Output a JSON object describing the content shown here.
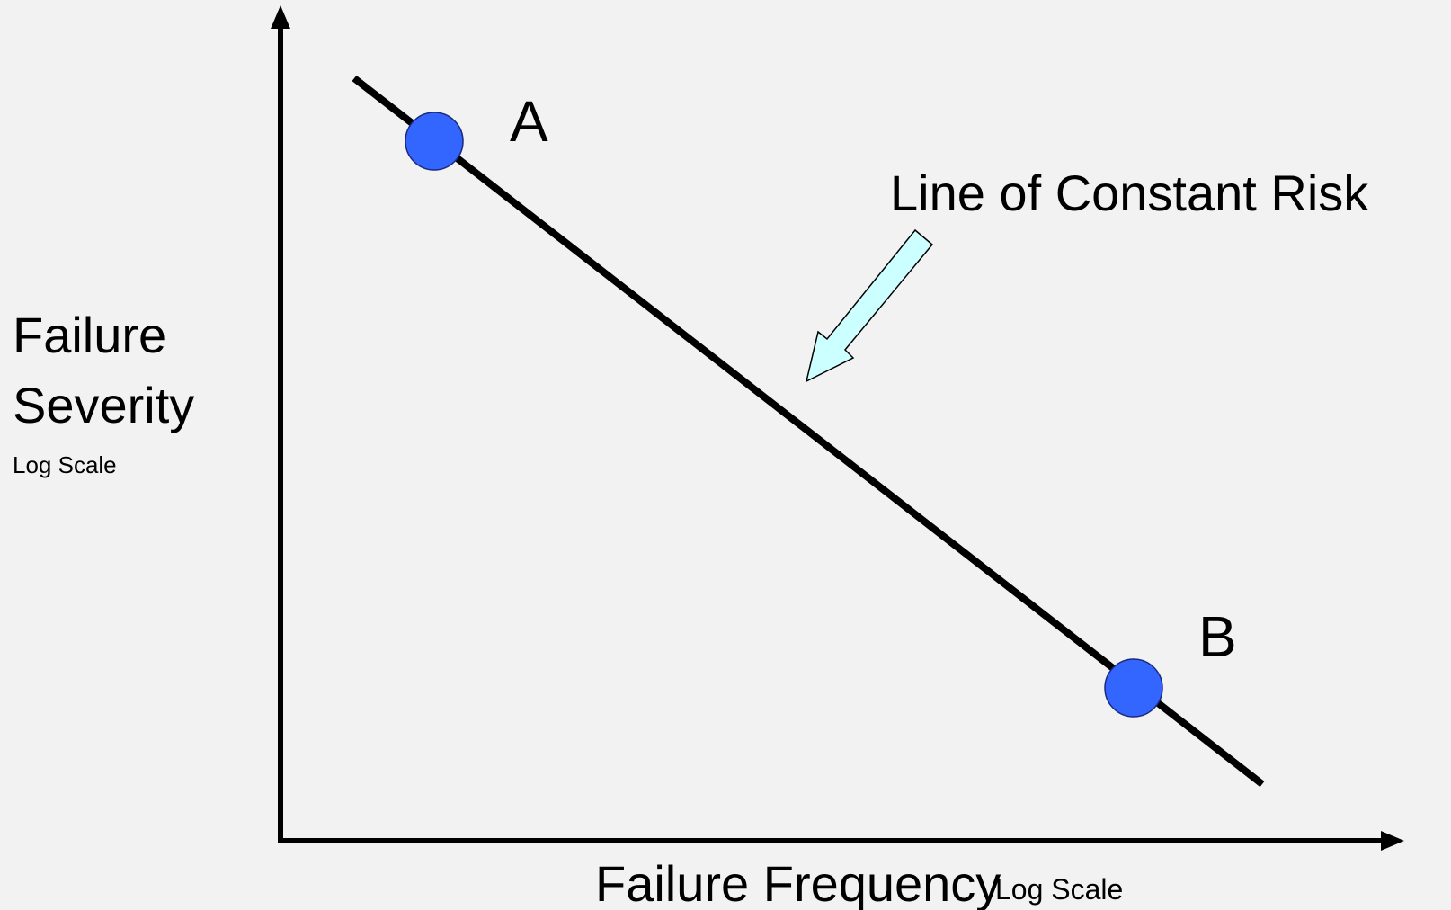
{
  "diagram": {
    "y_axis": {
      "label_line1": "Failure",
      "label_line2": "Severity",
      "scale_note": "Log Scale"
    },
    "x_axis": {
      "label": "Failure Frequency",
      "scale_note": "Log Scale"
    },
    "line_label": "Line of Constant Risk",
    "points": [
      {
        "id": "A",
        "label": "A"
      },
      {
        "id": "B",
        "label": "B"
      }
    ],
    "colors": {
      "background": "#f2f2f2",
      "line": "#000000",
      "point_fill": "#3366ff",
      "arrow_fill": "#ccffff"
    }
  }
}
